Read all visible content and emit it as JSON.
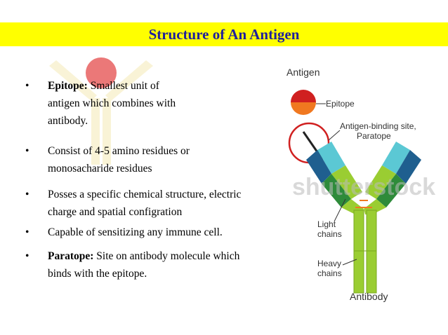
{
  "title": "Structure of An Antigen",
  "bullets": [
    {
      "term": "Epitope:",
      "lines": [
        "Smallest unit of",
        "antigen which combines with",
        "antibody."
      ]
    },
    {
      "term": "",
      "lines": [
        "Consist of 4-5 amino residues or",
        "monosacharide  residues"
      ]
    },
    {
      "term": "",
      "lines": [
        "Posses a specific chemical structure, electric",
        "charge and spatial configration"
      ]
    },
    {
      "term": "",
      "lines": [
        "Capable of sensitizing any immune cell."
      ]
    },
    {
      "term": "Paratope:",
      "lines": [
        "Site on antibody molecule which",
        "binds with the epitope."
      ]
    }
  ],
  "bullet_symbol": "•",
  "diagram": {
    "antigen_label": "Antigen",
    "epitope_label": "Epitope",
    "binding_site_label_1": "Antigen-binding site,",
    "binding_site_label_2": "Paratope",
    "light_chains_1": "Light",
    "light_chains_2": "chains",
    "heavy_chains_1": "Heavy",
    "heavy_chains_2": "chains",
    "antibody_label": "Antibody",
    "watermark": "shutterstock"
  },
  "colors": {
    "title_bg": "#ffff00",
    "title_text": "#1f1f9c",
    "heavy_chain": "#9acd32",
    "light_chain_teal": "#5bc8d4",
    "light_chain_blue": "#1f5f8f",
    "dark_green": "#2e8b3a",
    "antigen_orange": "#f07820",
    "antigen_red": "#d02020"
  }
}
